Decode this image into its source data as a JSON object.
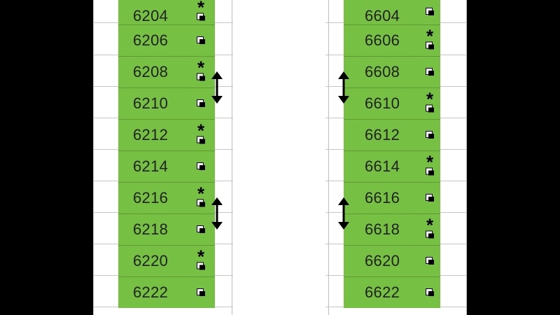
{
  "deck": {
    "left_column": [
      {
        "number": "6204",
        "accessible": true
      },
      {
        "number": "6206",
        "accessible": false
      },
      {
        "number": "6208",
        "accessible": true
      },
      {
        "number": "6210",
        "accessible": false
      },
      {
        "number": "6212",
        "accessible": true
      },
      {
        "number": "6214",
        "accessible": false
      },
      {
        "number": "6216",
        "accessible": true
      },
      {
        "number": "6218",
        "accessible": false
      },
      {
        "number": "6220",
        "accessible": true
      },
      {
        "number": "6222",
        "accessible": false
      }
    ],
    "right_column": [
      {
        "number": "6604",
        "accessible": false
      },
      {
        "number": "6606",
        "accessible": true
      },
      {
        "number": "6608",
        "accessible": false
      },
      {
        "number": "6610",
        "accessible": true
      },
      {
        "number": "6612",
        "accessible": false
      },
      {
        "number": "6614",
        "accessible": true
      },
      {
        "number": "6616",
        "accessible": false
      },
      {
        "number": "6618",
        "accessible": true
      },
      {
        "number": "6620",
        "accessible": false
      },
      {
        "number": "6622",
        "accessible": false
      }
    ],
    "connected_pairs": {
      "left": [
        [
          "6208",
          "6210"
        ],
        [
          "6216",
          "6218"
        ]
      ],
      "right": [
        [
          "6608",
          "6610"
        ],
        [
          "6616",
          "6618"
        ]
      ]
    },
    "icons": {
      "marker": "asterisk-icon",
      "amenity": "bed-icon",
      "connector": "double-arrow-vertical-icon"
    },
    "colors": {
      "available": "#76c143",
      "background": "#ffffff",
      "outside": "#000000"
    }
  }
}
